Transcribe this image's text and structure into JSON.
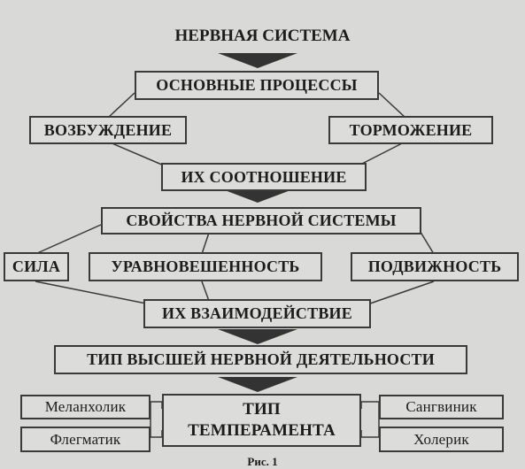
{
  "title": "НЕРВНАЯ СИСТЕМА",
  "caption": "Рис. 1",
  "boxes": {
    "main_processes": "ОСНОВНЫЕ ПРОЦЕССЫ",
    "excitation": "ВОЗБУЖДЕНИЕ",
    "inhibition": "ТОРМОЖЕНИЕ",
    "their_ratio": "ИХ СООТНОШЕНИЕ",
    "ns_properties": "СВОЙСТВА НЕРВНОЙ СИСТЕМЫ",
    "strength": "СИЛА",
    "balance": "УРАВНОВЕШЕННОСТЬ",
    "mobility": "ПОДВИЖНОСТЬ",
    "interaction": "ИХ ВЗАИМОДЕЙСТВИЕ",
    "hna_type": "ТИП ВЫСШЕЙ НЕРВНОЙ ДЕЯТЕЛЬНОСТИ",
    "temperament_line1": "ТИП",
    "temperament_line2": "ТЕМПЕРАМЕНТА",
    "melancholic": "Меланхолик",
    "phlegmatic": "Флегматик",
    "sanguine": "Сангвиник",
    "choleric": "Холерик"
  },
  "colors": {
    "background": "#d9d9d7",
    "line": "#3a3a3a",
    "arrow": "#333333"
  }
}
